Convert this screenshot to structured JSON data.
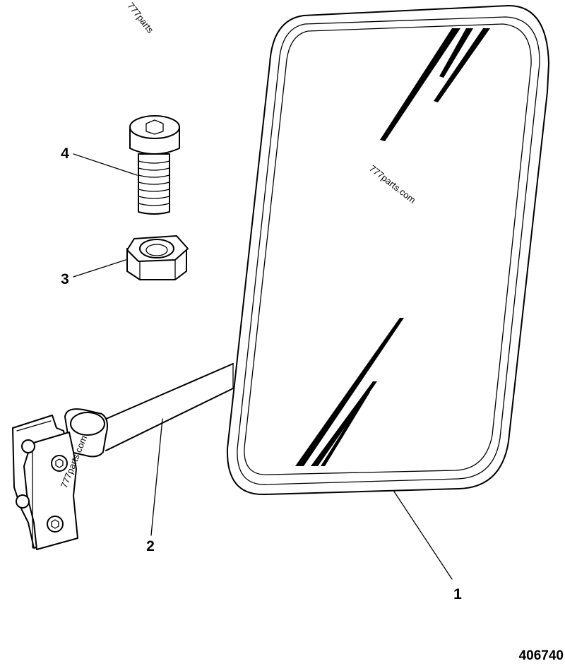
{
  "figure_number": "406740",
  "callouts": [
    {
      "id": "1",
      "label": "1"
    },
    {
      "id": "2",
      "label": "2"
    },
    {
      "id": "3",
      "label": "3"
    },
    {
      "id": "4",
      "label": "4"
    }
  ],
  "watermarks": {
    "center": "777parts.com",
    "top": "777parts",
    "bracket": "777parts.com"
  }
}
